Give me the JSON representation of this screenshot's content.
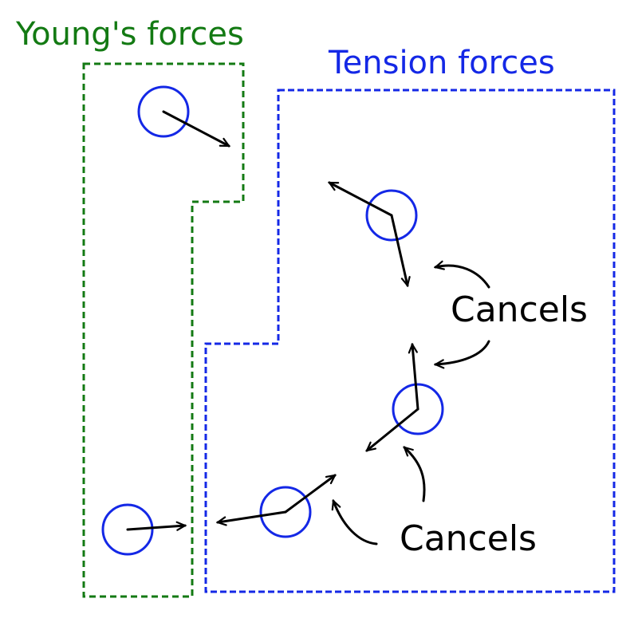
{
  "labels": {
    "youngs_forces": "Young's forces",
    "tension_forces": "Tension forces",
    "cancels_upper": "Cancels",
    "cancels_lower": "Cancels"
  },
  "colors": {
    "youngs_region": "#137a13",
    "tension_region": "#1428e6",
    "particle": "#1428e6",
    "arrow": "#000000",
    "text": "#000000"
  }
}
